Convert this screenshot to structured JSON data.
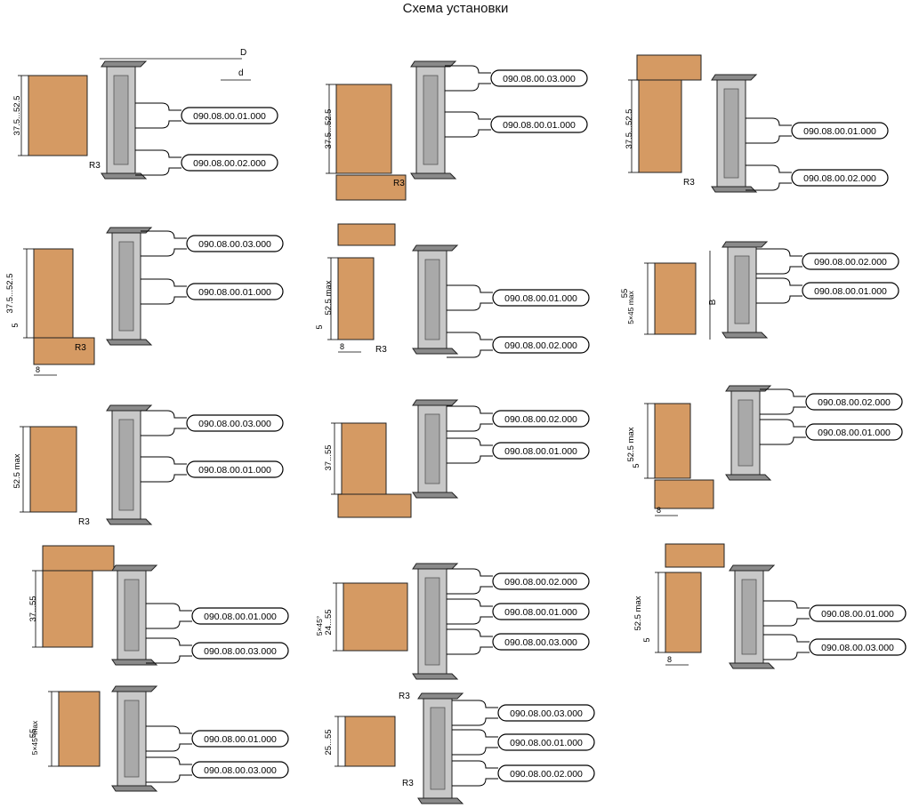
{
  "title": "Схема установки",
  "colors": {
    "workpiece": "#D59A63",
    "cutter": "#C8C8C8",
    "cutter_dark": "#8A8A8A",
    "line": "#000000",
    "background": "#FFFFFF"
  },
  "panels": [
    {
      "id": "p1",
      "codes": [
        "090.08.00.01.000",
        "090.08.00.02.000"
      ],
      "labels": {
        "dim_v": "37.5...52.5",
        "radius": "R3",
        "d_outer": "D",
        "d_inner": "d"
      }
    },
    {
      "id": "p2",
      "codes": [
        "090.08.00.03.000",
        "090.08.00.01.000"
      ],
      "labels": {
        "dim_v": "37.5...52.5",
        "radius": "R3"
      }
    },
    {
      "id": "p3",
      "codes": [
        "090.08.00.01.000",
        "090.08.00.02.000"
      ],
      "labels": {
        "dim_v": "37.5...52.5",
        "radius": "R3"
      }
    },
    {
      "id": "p4",
      "codes": [
        "090.08.00.03.000",
        "090.08.00.01.000"
      ],
      "labels": {
        "dim_v": "37.5...52.5",
        "dim_small": "5",
        "dim_h": "8",
        "radius": "R3"
      }
    },
    {
      "id": "p5",
      "codes": [
        "090.08.00.01.000",
        "090.08.00.02.000"
      ],
      "labels": {
        "dim_v": "52.5 max",
        "dim_small": "5",
        "dim_h": "8",
        "radius": "R3"
      }
    },
    {
      "id": "p6",
      "codes": [
        "090.08.00.02.000",
        "090.08.00.01.000"
      ],
      "labels": {
        "dim_v": "55",
        "dim_chamfer": "5×45 max",
        "dim_b": "B"
      }
    },
    {
      "id": "p7",
      "codes": [
        "090.08.00.03.000",
        "090.08.00.01.000"
      ],
      "labels": {
        "dim_v": "52.5 max",
        "radius": "R3"
      }
    },
    {
      "id": "p8",
      "codes": [
        "090.08.00.02.000",
        "090.08.00.01.000"
      ],
      "labels": {
        "dim_v": "37...55"
      }
    },
    {
      "id": "p9",
      "codes": [
        "090.08.00.02.000",
        "090.08.00.01.000"
      ],
      "labels": {
        "dim_v": "52.5 max",
        "dim_small": "5",
        "dim_h": "8"
      }
    },
    {
      "id": "p10",
      "codes": [
        "090.08.00.01.000",
        "090.08.00.03.000"
      ],
      "labels": {
        "dim_v": "37...55"
      }
    },
    {
      "id": "p11",
      "codes": [
        "090.08.00.02.000",
        "090.08.00.01.000",
        "090.08.00.03.000"
      ],
      "labels": {
        "dim_v": "24...55",
        "dim_chamfer": "5×45°"
      }
    },
    {
      "id": "p12",
      "codes": [
        "090.08.00.01.000",
        "090.08.00.03.000"
      ],
      "labels": {
        "dim_v": "52.5 max",
        "dim_small": "5",
        "dim_h": "8"
      }
    },
    {
      "id": "p13",
      "codes": [
        "090.08.00.01.000",
        "090.08.00.03.000"
      ],
      "labels": {
        "dim_v": "55",
        "dim_chamfer": "5×45°max"
      }
    },
    {
      "id": "p14",
      "codes": [
        "090.08.00.03.000",
        "090.08.00.01.000",
        "090.08.00.02.000"
      ],
      "labels": {
        "dim_v": "25...55",
        "radius_top": "R3",
        "radius_bottom": "R3"
      }
    }
  ]
}
